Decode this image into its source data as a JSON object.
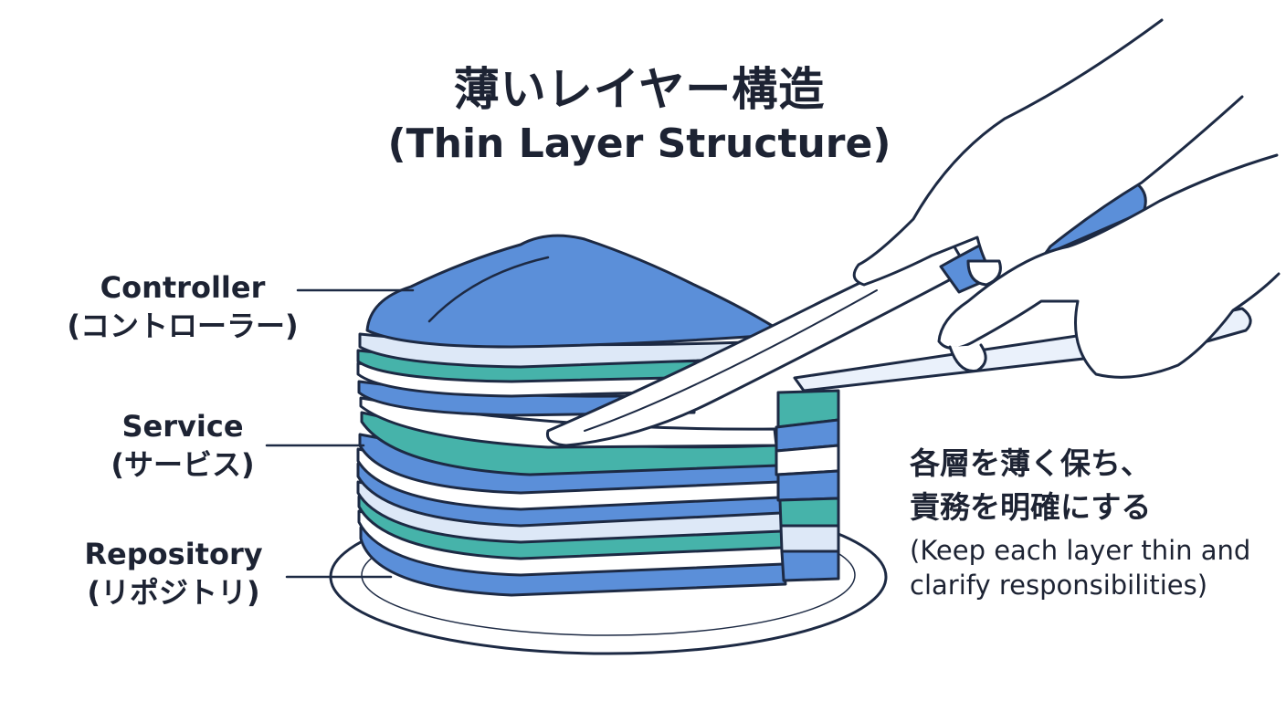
{
  "title": {
    "ja": "薄いレイヤー構造",
    "en": "(Thin Layer Structure)"
  },
  "layers": [
    {
      "name": "Controller",
      "sub": "(コントローラー)"
    },
    {
      "name": "Service",
      "sub": "(サービス)"
    },
    {
      "name": "Repository",
      "sub": "(リポジトリ)"
    }
  ],
  "note": {
    "ja_line1": "各層を薄く保ち、",
    "ja_line2": "責務を明確にする",
    "en_line1": "(Keep each layer thin and",
    "en_line2": "clarify responsibilities)"
  },
  "colors": {
    "blue": "#5b8fd9",
    "teal": "#46b3aa",
    "light": "#dde8f7",
    "outline": "#1d2a44",
    "blade": "#eaf1fb"
  }
}
